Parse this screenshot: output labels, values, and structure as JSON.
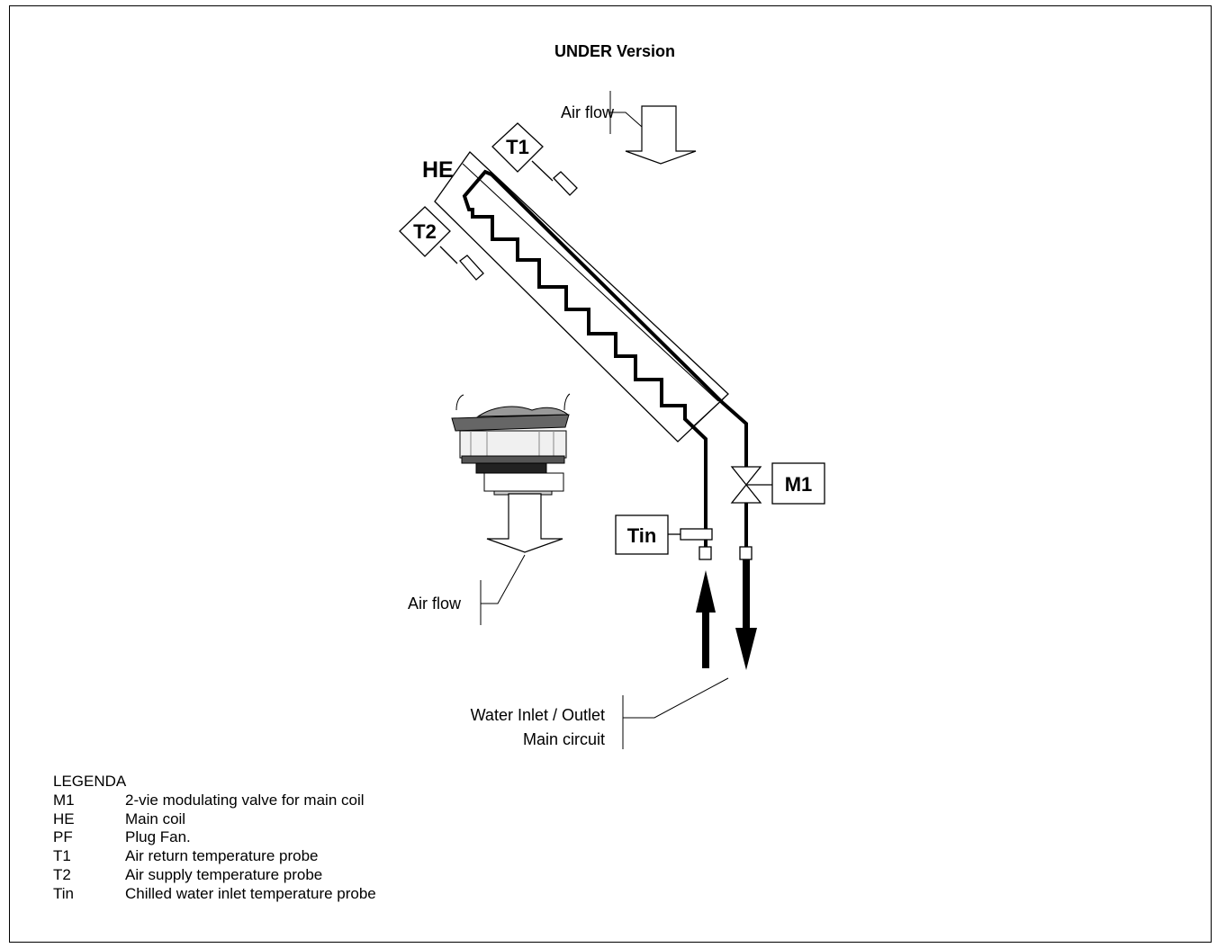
{
  "title": "UNDER Version",
  "labels": {
    "air_flow_top": "Air flow",
    "air_flow_bottom": "Air flow",
    "he": "HE",
    "t1": "T1",
    "t2": "T2",
    "m1": "M1",
    "tin": "Tin",
    "water_line1": "Water Inlet / Outlet",
    "water_line2": "Main circuit"
  },
  "legend": {
    "header": "LEGENDA",
    "items": [
      {
        "code": "M1",
        "desc": "2-vie modulating valve for main coil"
      },
      {
        "code": "HE",
        "desc": "Main coil"
      },
      {
        "code": "PF",
        "desc": "Plug Fan."
      },
      {
        "code": "T1",
        "desc": "Air return temperature probe"
      },
      {
        "code": "T2",
        "desc": "Air supply temperature probe"
      },
      {
        "code": "Tin",
        "desc": "Chilled water inlet temperature probe"
      }
    ]
  }
}
